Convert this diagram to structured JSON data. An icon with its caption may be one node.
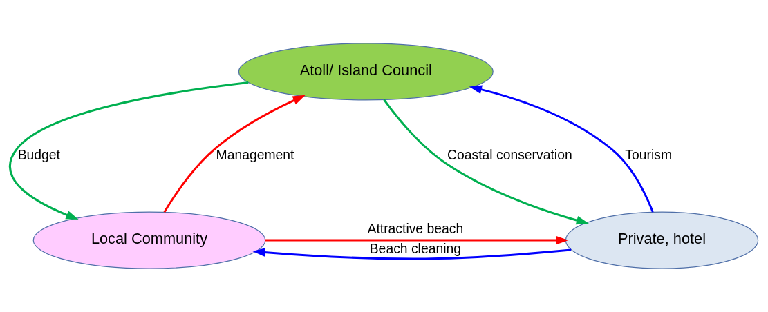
{
  "diagram": {
    "nodes": [
      {
        "text": [
          "Atoll/ Island Council"
        ]
      },
      {
        "text": [
          "Local Community"
        ]
      },
      {
        "text": [
          "Private, hotel"
        ]
      }
    ],
    "edges": [
      {
        "from": 0,
        "to": 1,
        "arrow": "to",
        "label": "Budget",
        "color": "#00b050"
      },
      {
        "from": 1,
        "to": 0,
        "arrow": "to",
        "label": "Management",
        "color": "#ff0000"
      },
      {
        "from": 2,
        "to": 0,
        "arrow": "to",
        "label": "Tourism",
        "color": "#0000ff"
      },
      {
        "from": 0,
        "to": 2,
        "arrow": "to",
        "label": "Coastal conservation",
        "color": "#00b050"
      },
      {
        "from": 1,
        "to": 2,
        "arrow": "to",
        "label": "Attractive beach",
        "color": "#ff0000"
      },
      {
        "from": 2,
        "to": 1,
        "arrow": "to",
        "label": "Beach cleaning",
        "color": "#0000ff"
      }
    ]
  }
}
